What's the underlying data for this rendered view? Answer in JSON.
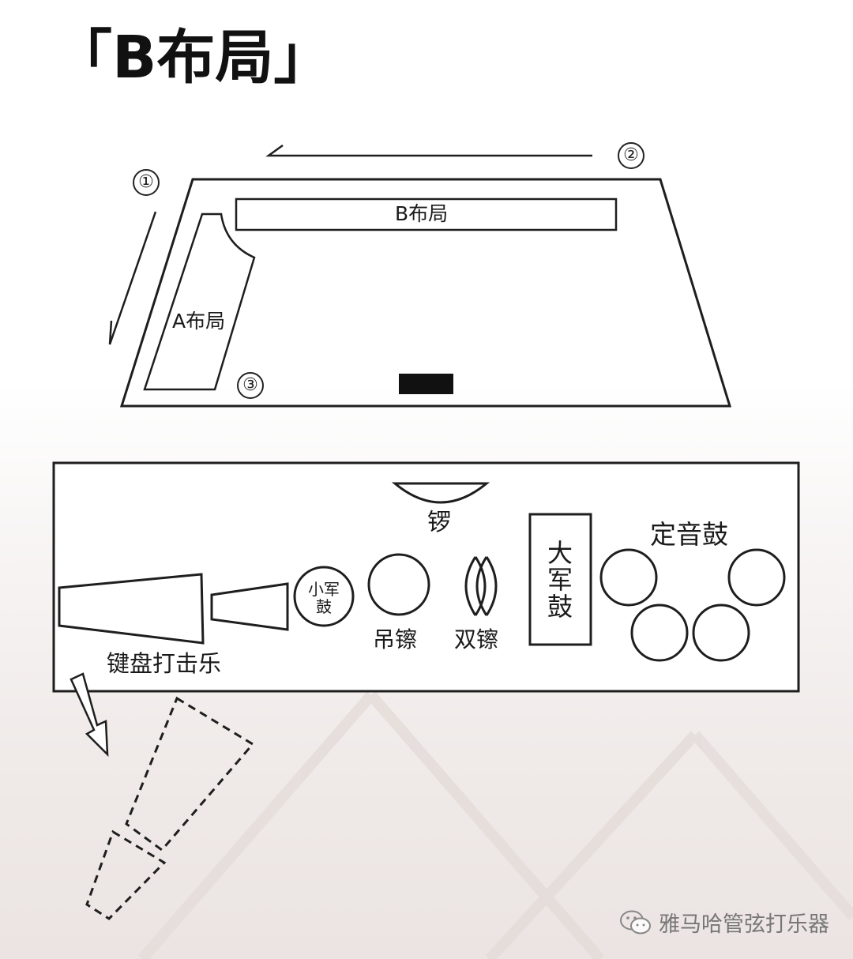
{
  "title": "「B布局」",
  "stage": {
    "label_b": "B布局",
    "label_a": "A布局",
    "markers": [
      "①",
      "②",
      "③"
    ]
  },
  "instruments": {
    "gong": "锣",
    "timpani": "定音鼓",
    "bass_drum": "大军鼓",
    "snare": "小军鼓",
    "suspended_cymbal": "吊镲",
    "crash_cymbals": "双镲",
    "keyboard": "键盘打击乐"
  },
  "watermark": {
    "text": "雅马哈管弦打乐器",
    "icon": "wechat-icon"
  },
  "colors": {
    "line": "#1e1e1e",
    "background_tint": "#ebe4e2"
  }
}
